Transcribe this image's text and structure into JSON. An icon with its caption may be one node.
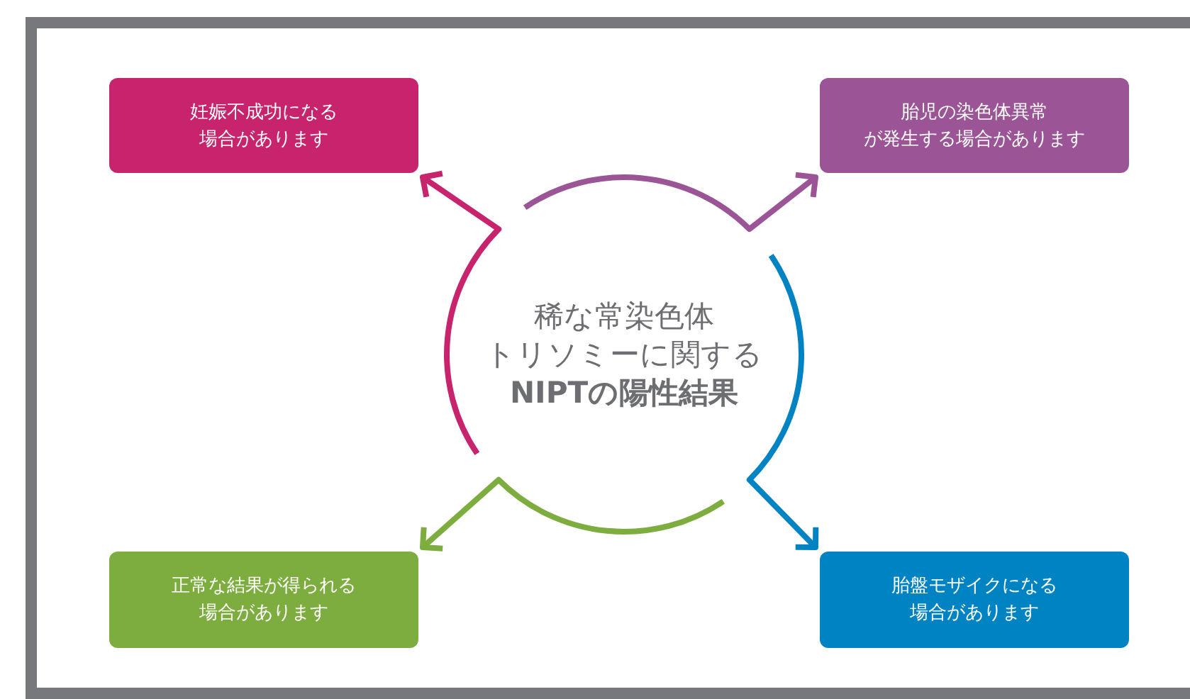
{
  "diagram": {
    "nodes": [
      {
        "text": [
          "妊娠不成功になる場合があります"
        ]
      },
      {
        "text": [
          "胎児の染色体異常が発生する場合があります"
        ]
      },
      {
        "text": [
          "稀な常染色体トリソミーに関する**NIPTの陽性結果**"
        ]
      },
      {
        "text": [
          "正常な結果が得られる場合があります"
        ]
      },
      {
        "text": [
          "胎盤モザイクになる場合があります"
        ]
      }
    ],
    "edges": [
      {
        "from": 2,
        "to": 0,
        "arrow": "to",
        "color": "#c8236d"
      },
      {
        "from": 2,
        "to": 1,
        "arrow": "to",
        "color": "#9b5596"
      },
      {
        "from": 2,
        "to": 4,
        "arrow": "to",
        "color": "#0083c2"
      },
      {
        "from": 2,
        "to": 3,
        "arrow": "to",
        "color": "#7cad3e"
      }
    ]
  }
}
